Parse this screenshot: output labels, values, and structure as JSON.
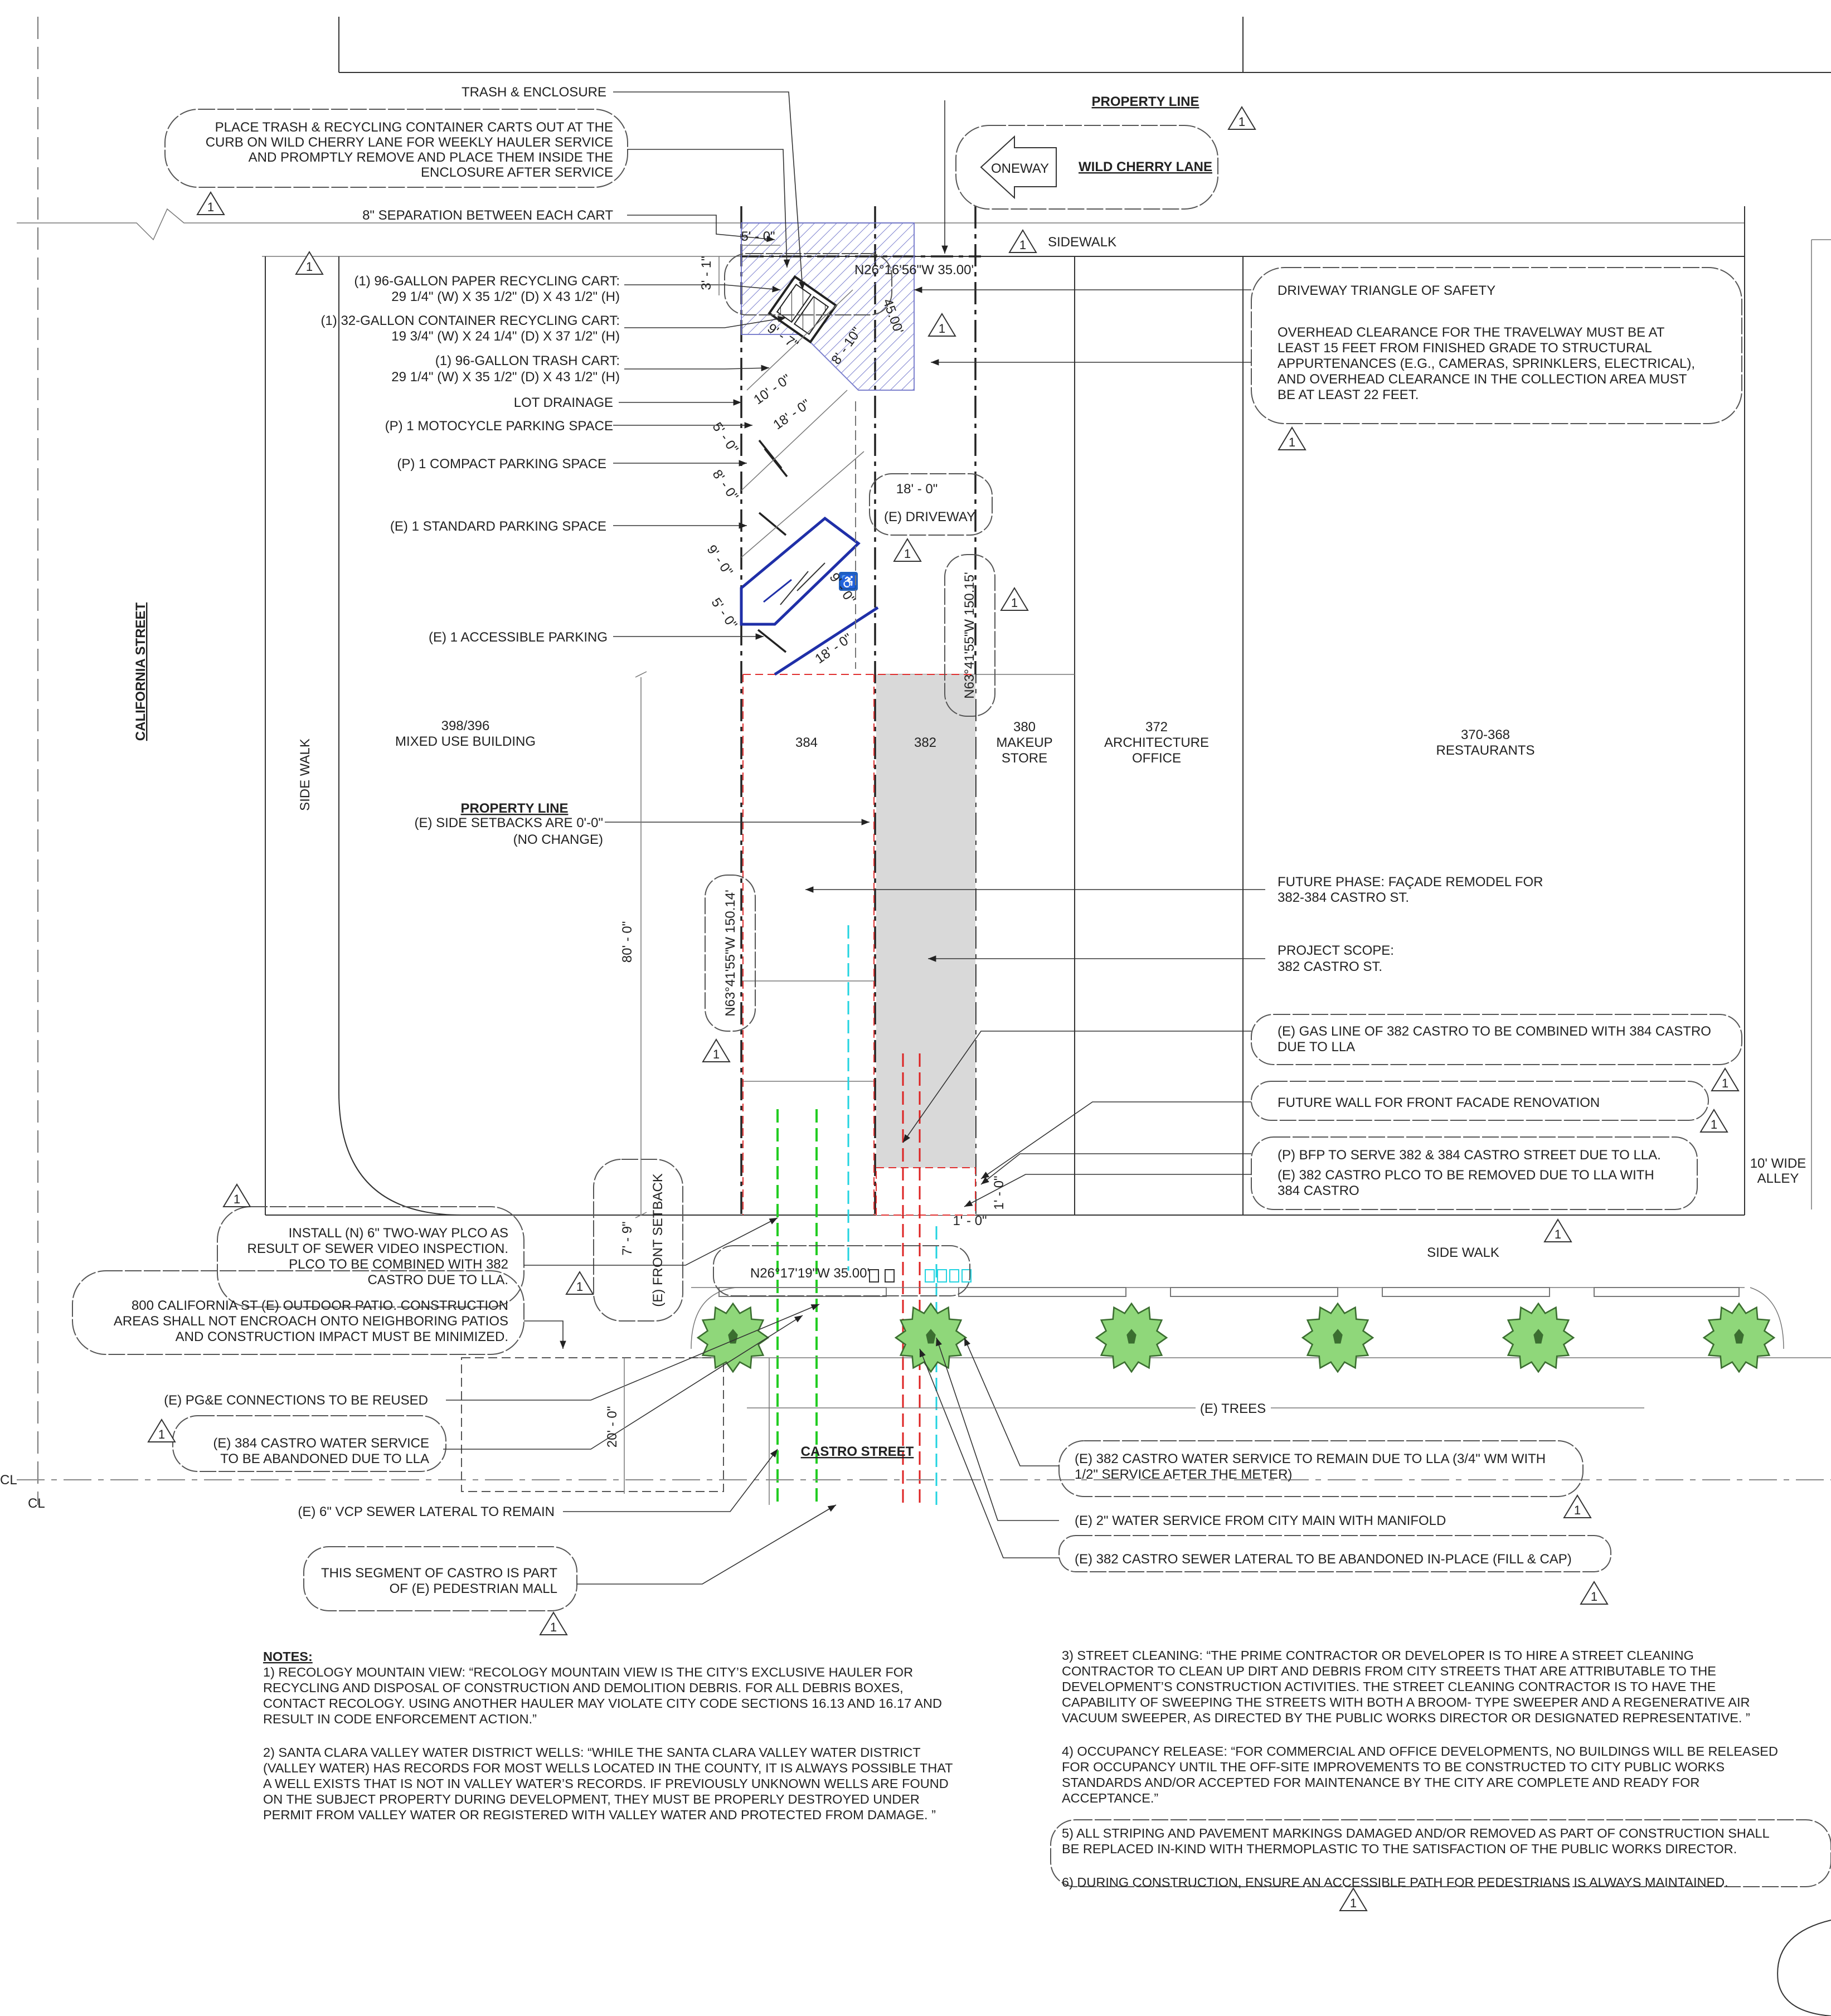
{
  "streets": {
    "wild_cherry": "WILD CHERRY LANE",
    "oneway": "ONEWAY",
    "california": "CALIFORNIA STREET",
    "castro": "CASTRO STREET",
    "alley": [
      "10' WIDE",
      "ALLEY"
    ]
  },
  "labels": {
    "property_line_top": "PROPERTY LINE",
    "property_line_mid": "PROPERTY LINE",
    "sidewalk_top": "SIDEWALK",
    "side_walk_left": "SIDE WALK",
    "side_walk_bottom": "SIDE WALK",
    "trees": "(E) TREES",
    "cl1": "CL",
    "cl2": "CL",
    "revision_mark": "1"
  },
  "callouts": {
    "trash_enclosure": "TRASH & ENCLOSURE",
    "place_carts": [
      "PLACE TRASH & RECYCLING CONTAINER CARTS OUT AT THE",
      "CURB ON WILD CHERRY LANE FOR WEEKLY HAULER SERVICE",
      "AND PROMPTLY REMOVE AND PLACE THEM INSIDE THE",
      "ENCLOSURE AFTER SERVICE"
    ],
    "separation": "8\" SEPARATION BETWEEN EACH CART",
    "cart_paper": [
      "(1) 96-GALLON PAPER RECYCLING CART:",
      "29 1/4\" (W) X 35 1/2\" (D) X 43 1/2\" (H)"
    ],
    "cart_container": [
      "(1) 32-GALLON CONTAINER RECYCLING CART:",
      "19 3/4\" (W) X 24 1/4\" (D) X 37 1/2\" (H)"
    ],
    "cart_trash": [
      "(1) 96-GALLON TRASH CART:",
      "29 1/4\" (W) X 35 1/2\" (D) X 43 1/2\" (H)"
    ],
    "lot_drainage": "LOT DRAINAGE",
    "motorcycle": "(P) 1 MOTOCYCLE PARKING SPACE",
    "compact": "(P) 1 COMPACT PARKING SPACE",
    "standard": "(E) 1 STANDARD PARKING SPACE",
    "accessible": "(E) 1 ACCESSIBLE PARKING",
    "setbacks": [
      "(E) SIDE SETBACKS ARE 0'-0\"",
      "(NO CHANGE)"
    ],
    "driveway": "(E) DRIVEWAY",
    "driveway_triangle": "DRIVEWAY TRIANGLE OF SAFETY",
    "overhead": [
      "OVERHEAD CLEARANCE FOR THE TRAVELWAY MUST BE AT",
      "LEAST 15 FEET FROM FINISHED GRADE TO STRUCTURAL",
      "APPURTENANCES (E.G., CAMERAS, SPRINKLERS, ELECTRICAL),",
      "AND OVERHEAD CLEARANCE IN THE COLLECTION AREA MUST",
      "BE AT LEAST 22 FEET."
    ],
    "future_phase": [
      "FUTURE PHASE: FAÇADE REMODEL FOR",
      "382-384 CASTRO ST."
    ],
    "project_scope": [
      "PROJECT SCOPE:",
      "382 CASTRO ST."
    ],
    "gas_line": [
      "(E) GAS LINE OF 382 CASTRO TO BE COMBINED WITH 384 CASTRO",
      "DUE TO LLA"
    ],
    "future_wall": "FUTURE WALL FOR FRONT FACADE RENOVATION",
    "bfp": "(P) BFP TO SERVE 382 & 384 CASTRO STREET DUE TO LLA.",
    "plco_removed": [
      "(E) 382 CASTRO PLCO TO BE REMOVED DUE TO LLA WITH",
      "384 CASTRO"
    ],
    "install_plco": [
      "INSTALL (N) 6\" TWO-WAY PLCO AS",
      "RESULT OF SEWER VIDEO INSPECTION.",
      "PLCO TO BE COMBINED WITH 382",
      "CASTRO DUE TO LLA."
    ],
    "patio": [
      "800 CALIFORNIA ST (E) OUTDOOR PATIO. CONSTRUCTION",
      "AREAS SHALL NOT ENCROACH ONTO NEIGHBORING PATIOS",
      "AND CONSTRUCTION IMPACT MUST BE MINIMIZED."
    ],
    "pge": "(E) PG&E CONNECTIONS TO BE REUSED",
    "water_384": [
      "(E) 384 CASTRO WATER SERVICE",
      "TO BE ABANDONED DUE TO LLA"
    ],
    "vcp": "(E) 6\" VCP SEWER LATERAL TO REMAIN",
    "ped_mall": [
      "THIS SEGMENT OF CASTRO IS PART",
      "OF (E) PEDESTRIAN MALL"
    ],
    "water_382": [
      "(E) 382 CASTRO WATER SERVICE TO REMAIN DUE TO LLA (3/4\" WM WITH",
      "1/2\" SERVICE AFTER THE METER)"
    ],
    "water_2in": "(E) 2\" WATER SERVICE FROM CITY MAIN WITH MANIFOLD",
    "sewer_382": "(E) 382 CASTRO SEWER LATERAL TO BE ABANDONED IN-PLACE (FILL & CAP)"
  },
  "buildings": {
    "b398": [
      "398/396",
      "MIXED USE BUILDING"
    ],
    "b384": "384",
    "b382": "382",
    "b380": [
      "380",
      "MAKEUP",
      "STORE"
    ],
    "b372": [
      "372",
      "ARCHITECTURE",
      "OFFICE"
    ],
    "b370": [
      "370-368",
      "RESTAURANTS"
    ]
  },
  "dimensions": {
    "d5_0": "5' - 0\"",
    "d3_1": "3' - 1\"",
    "bearing_top": "N26°16'56\"W 35.00'",
    "d45": "45.00'",
    "d9_7": "9' - 7\"",
    "d8_10": "8' - 10\"",
    "d10_0": "10' - 0\"",
    "d18_0a": "18' - 0\"",
    "d5_0b": "5' - 0\"",
    "d8_0": "8' - 0\"",
    "d18_0_drive": "18' - 0\"",
    "d9_0a": "9' - 0\"",
    "d9_0b": "9' - 0\"",
    "d5_0c": "5' - 0\"",
    "d18_0b": "18' - 0\"",
    "bearing_right": "N63°41'55\"W 150.15'",
    "bearing_left": "N63°41'55\"W 150.14'",
    "d80": "80' - 0\"",
    "d7_9": "7' - 9\"",
    "front_setback": "(E) FRONT SETBACK",
    "bearing_bottom": "N26°17'19\"W 35.00'",
    "d1_0a": "1' - 0\"",
    "d1_0b": "1' - 0\"",
    "d20": "20' - 0\""
  },
  "notes": {
    "heading": "NOTES:",
    "n1": [
      "1)  RECOLOGY MOUNTAIN VIEW:  “RECOLOGY MOUNTAIN VIEW IS THE CITY’S  EXCLUSIVE HAULER FOR",
      "RECYCLING AND DISPOSAL OF CONSTRUCTION  AND DEMOLITION DEBRIS. FOR ALL DEBRIS BOXES,",
      "CONTACT RECOLOGY. USING ANOTHER HAULER MAY  VIOLATE CITY CODE SECTIONS 16.13 AND 16.17 AND",
      "RESULT IN CODE ENFORCEMENT ACTION.”"
    ],
    "n2": [
      "2)  SANTA CLARA VALLEY WATER DISTRICT WELLS: “WHILE THE SANTA CLARA VALLEY WATER DISTRICT",
      "(VALLEY WATER) HAS RECORDS FOR MOST WELLS LOCATED IN THE COUNTY, IT IS ALWAYS POSSIBLE THAT",
      "A WELL EXISTS THAT IS NOT IN VALLEY  WATER’S RECORDS. IF PREVIOUSLY UNKNOWN WELLS ARE FOUND",
      "ON THE SUBJECT PROPERTY DURING DEVELOPMENT, THEY MUST BE PROPERLY DESTROYED UNDER",
      "PERMIT FROM VALLEY WATER OR REGISTERED WITH VALLEY WATER AND PROTECTED FROM DAMAGE. ”"
    ],
    "n3": [
      "3)  STREET CLEANING: “THE PRIME CONTRACTOR OR DEVELOPER IS TO HIRE A STREET CLEANING",
      "CONTRACTOR TO CLEAN UP DIRT AND DEBRIS FROM CITY STREETS THAT ARE ATTRIBUTABLE TO THE",
      "DEVELOPMENT’S CONSTRUCTION ACTIVITIES. THE STREET  CLEANING CONTRACTOR IS TO HAVE THE",
      "CAPABILITY OF SWEEPING THE STREETS WITH BOTH A BROOM- TYPE SWEEPER AND A REGENERATIVE AIR",
      "VACUUM SWEEPER, AS DIRECTED BY THE PUBLIC WORKS DIRECTOR OR DESIGNATED REPRESENTATIVE. ”"
    ],
    "n4": [
      "4)  OCCUPANCY RELEASE: “FOR COMMERCIAL AND OFFICE DEVELOPMENTS, NO BUILDINGS WILL BE RELEASED",
      "FOR OCCUPANCY UNTIL THE OFF-SITE IMPROVEMENTS TO BE CONSTRUCTED TO CITY PUBLIC WORKS",
      "STANDARDS AND/OR ACCEPTED FOR MAINTENANCE BY THE CITY ARE COMPLETE AND READY FOR",
      "ACCEPTANCE.”"
    ],
    "n5": [
      "5) ALL STRIPING AND PAVEMENT MARKINGS DAMAGED AND/OR REMOVED AS PART OF CONSTRUCTION SHALL",
      "BE REPLACED IN-KIND WITH THERMOPLASTIC TO THE SATISFACTION OF THE PUBLIC WORKS DIRECTOR."
    ],
    "n6": "6) DURING CONSTRUCTION, ENSURE AN ACCESSIBLE PATH FOR PEDESTRIANS IS ALWAYS MAINTAINED."
  },
  "colors": {
    "ink": "#222222",
    "cloud": "#555555",
    "parking_blue": "#1f2fa8",
    "hatch_blue": "#6f74c9",
    "scope_gray": "#d9d9d9",
    "setback_red": "#e03030",
    "gas_green": "#22cc22",
    "water_cyan": "#22d3e0",
    "sewer_red": "#dd2222",
    "tree_green": "#8fd77a"
  }
}
